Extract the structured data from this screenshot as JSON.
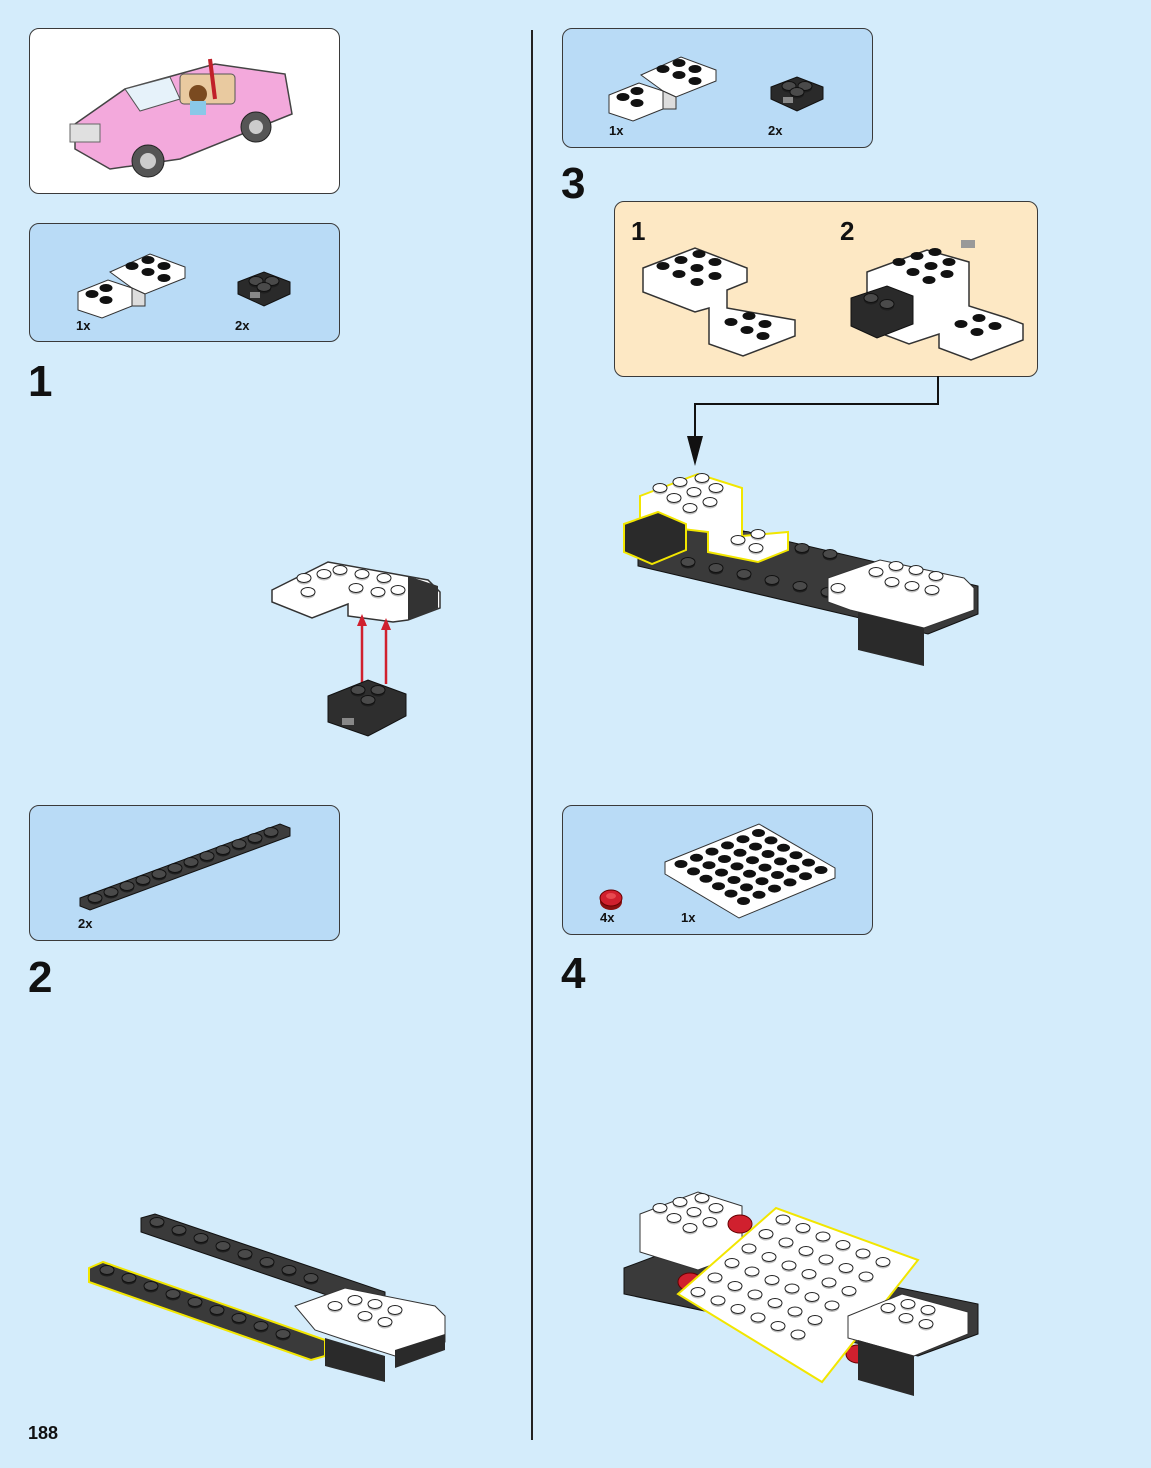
{
  "page": {
    "number": "188"
  },
  "colors": {
    "background": "#d4ecfb",
    "parts_box": "#b9dbf6",
    "submodel_box": "#fde8c4",
    "brick_white": "#ffffff",
    "brick_dark": "#3b3b3b",
    "arrow_red": "#d0202e",
    "highlight_yellow": "#f2e600",
    "car_pink": "#f3a9dc"
  },
  "preview": {
    "subject": "pink-convertible-car"
  },
  "steps": [
    {
      "number": "1",
      "parts": [
        {
          "qty": "1x",
          "icon": "white-bracket-brick"
        },
        {
          "qty": "2x",
          "icon": "black-hinge-plate"
        }
      ]
    },
    {
      "number": "2",
      "parts": [
        {
          "qty": "2x",
          "icon": "dark-gray-plate-1x12"
        }
      ]
    },
    {
      "number": "3",
      "parts": [
        {
          "qty": "1x",
          "icon": "white-bracket-brick"
        },
        {
          "qty": "2x",
          "icon": "black-hinge-plate"
        }
      ],
      "submodel": {
        "steps": [
          "1",
          "2"
        ]
      }
    },
    {
      "number": "4",
      "parts": [
        {
          "qty": "4x",
          "icon": "red-round-plate"
        },
        {
          "qty": "1x",
          "icon": "white-plate-6x6"
        }
      ]
    }
  ]
}
